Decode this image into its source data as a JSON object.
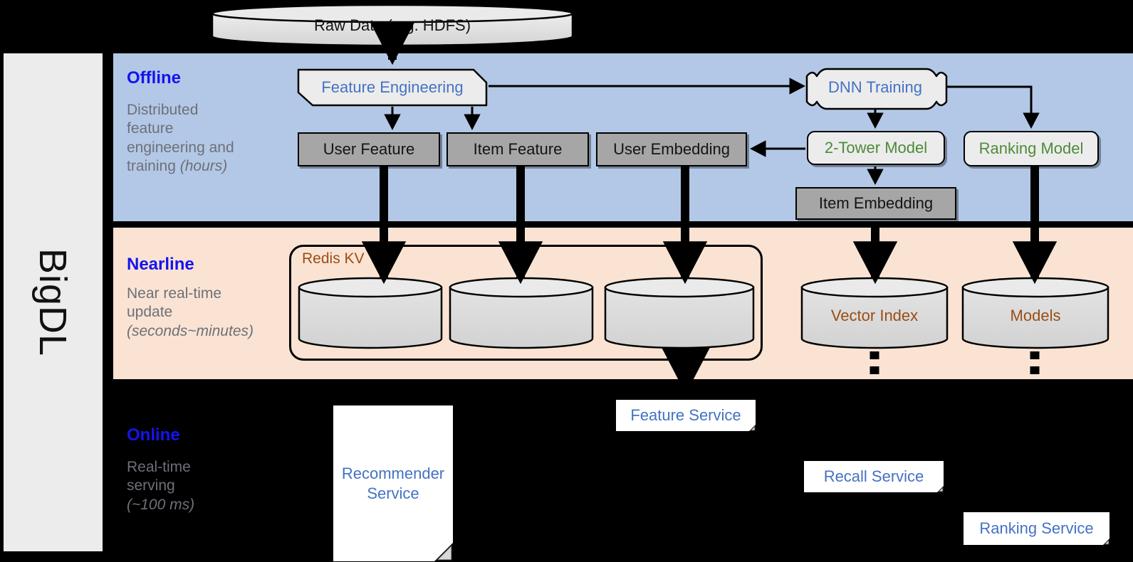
{
  "framework": {
    "name": "BigDL"
  },
  "source": {
    "label": "Raw Data (e.g. HDFS)"
  },
  "bands": [
    {
      "id": "offline",
      "title": "Offline",
      "desc_line1": "Distributed",
      "desc_line2": "feature",
      "desc_line3": "engineering and",
      "desc_line4": "training ",
      "desc_italic": "(hours)",
      "bg": "#b3c8e6"
    },
    {
      "id": "nearline",
      "title": "Nearline",
      "desc_line1": "Near real-time",
      "desc_line2": "update",
      "desc_italic": "(seconds~minutes)",
      "bg": "#fae3d3"
    },
    {
      "id": "online",
      "title": "Online",
      "desc_line1": "Real-time",
      "desc_line2": "serving",
      "desc_italic": "(~100 ms)",
      "bg": "#000000"
    }
  ],
  "offline": {
    "feature_engineering": "Feature Engineering",
    "dnn_training": "DNN Training",
    "user_feature": "User Feature",
    "item_feature": "Item Feature",
    "user_embedding": "User Embedding",
    "two_tower_model": "2-Tower Model",
    "ranking_model": "Ranking Model",
    "item_embedding": "Item Embedding"
  },
  "nearline": {
    "redis_kv": "Redis KV",
    "store_1": "",
    "store_2": "",
    "store_3": "",
    "vector_index": "Vector Index",
    "models": "Models"
  },
  "online": {
    "recommender_service": "Recommender Service",
    "recommender_service_l1": "Recommender",
    "recommender_service_l2": "Service",
    "feature_service": "Feature Service",
    "recall_service": "Recall Service",
    "ranking_service": "Ranking Service"
  },
  "colors": {
    "accent_blue": "#1414ee",
    "text_blue": "#4472c4",
    "text_green": "#4e8a3a",
    "text_brown": "#9a4d16",
    "grey_node": "#a6a6a6",
    "light_node": "#ececec",
    "offline_bg": "#b3c8e6",
    "nearline_bg": "#fae3d3",
    "online_bg": "#000000",
    "caption_grey": "#6d7078"
  }
}
